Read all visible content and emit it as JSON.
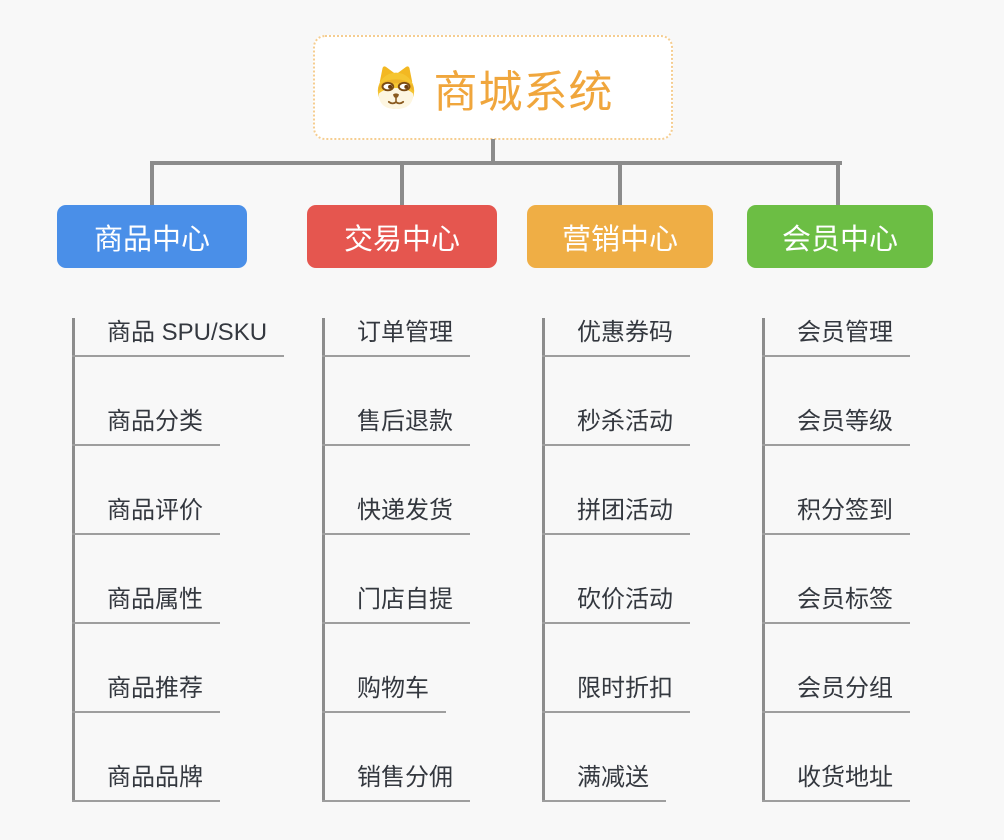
{
  "root": {
    "title": "商城系统",
    "icon": "doge-icon"
  },
  "colors": {
    "background": "#f8f8f8",
    "root_border": "#f5cd90",
    "root_title": "#f0a63c",
    "connector": "#8c8c8c",
    "item_text": "#34383f",
    "item_underline": "#9e9e9e",
    "header_text": "#ffffff"
  },
  "branches": [
    {
      "label": "商品中心",
      "color": "#4a8fe8",
      "items": [
        "商品 SPU/SKU",
        "商品分类",
        "商品评价",
        "商品属性",
        "商品推荐",
        "商品品牌"
      ]
    },
    {
      "label": "交易中心",
      "color": "#e5564f",
      "items": [
        "订单管理",
        "售后退款",
        "快递发货",
        "门店自提",
        "购物车",
        "销售分佣"
      ]
    },
    {
      "label": "营销中心",
      "color": "#efae45",
      "items": [
        "优惠券码",
        "秒杀活动",
        "拼团活动",
        "砍价活动",
        "限时折扣",
        "满减送"
      ]
    },
    {
      "label": "会员中心",
      "color": "#6cbe44",
      "items": [
        "会员管理",
        "会员等级",
        "积分签到",
        "会员标签",
        "会员分组",
        "收货地址"
      ]
    }
  ]
}
